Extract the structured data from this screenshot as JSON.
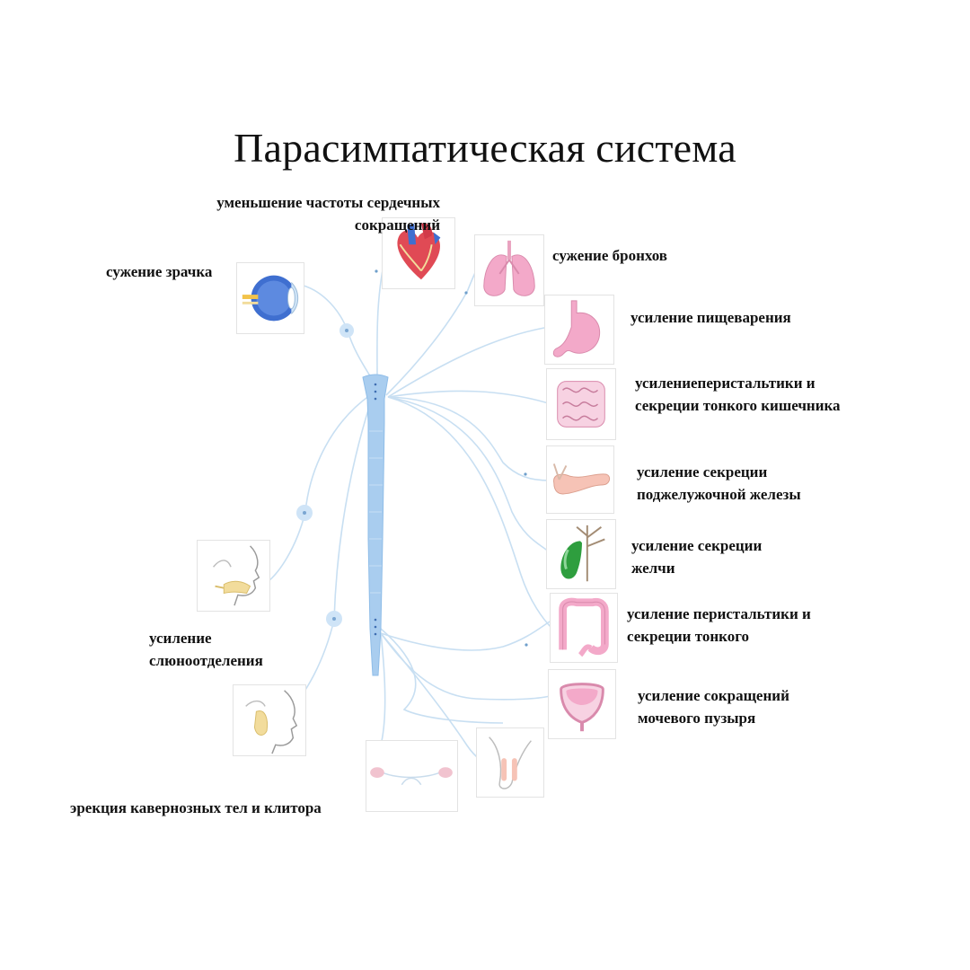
{
  "title": "Парасимпатическая система",
  "colors": {
    "nerve": "#c8dff2",
    "spine": "#a9cdef",
    "ganglion": "#cfe4f7",
    "organ_pink": "#f3a9c9",
    "heart_red": "#e04a55",
    "heart_blue": "#3f6fd0",
    "gland_yellow": "#f2dc9c",
    "gall_green": "#2e9e3e"
  },
  "organs": [
    {
      "id": "heart",
      "icon": "heart-icon",
      "lines": [
        "уменьшение частоты сердечных",
        "сокращений"
      ]
    },
    {
      "id": "eye",
      "icon": "eye-icon",
      "lines": [
        "сужение зрачка"
      ]
    },
    {
      "id": "lungs",
      "icon": "lungs-icon",
      "lines": [
        "сужение бронхов"
      ]
    },
    {
      "id": "stomach",
      "icon": "stomach-icon",
      "lines": [
        "усиление пищеварения"
      ]
    },
    {
      "id": "small-intestine",
      "icon": "small-intestine-icon",
      "lines": [
        "усилениеперистальтики и",
        "секреции тонкого кишечника"
      ]
    },
    {
      "id": "pancreas",
      "icon": "pancreas-icon",
      "lines": [
        "усиление секреции",
        "поджелужочной железы"
      ]
    },
    {
      "id": "gallbladder",
      "icon": "gallbladder-icon",
      "lines": [
        "усиление секреции",
        "желчи"
      ]
    },
    {
      "id": "large-intestine",
      "icon": "large-intestine-icon",
      "lines": [
        "усиление перистальтики и",
        "секреции тонкого"
      ]
    },
    {
      "id": "salivary",
      "icon": "salivary-gland-icon",
      "lines": [
        "усиление",
        "слюноотделения"
      ]
    },
    {
      "id": "bladder",
      "icon": "bladder-icon",
      "lines": [
        "усиление сокращений",
        "мочевого пузыря"
      ]
    },
    {
      "id": "genitals",
      "icon": "genitals-icon",
      "lines": [
        "эрекция кавернозных тел и клитора"
      ]
    }
  ]
}
